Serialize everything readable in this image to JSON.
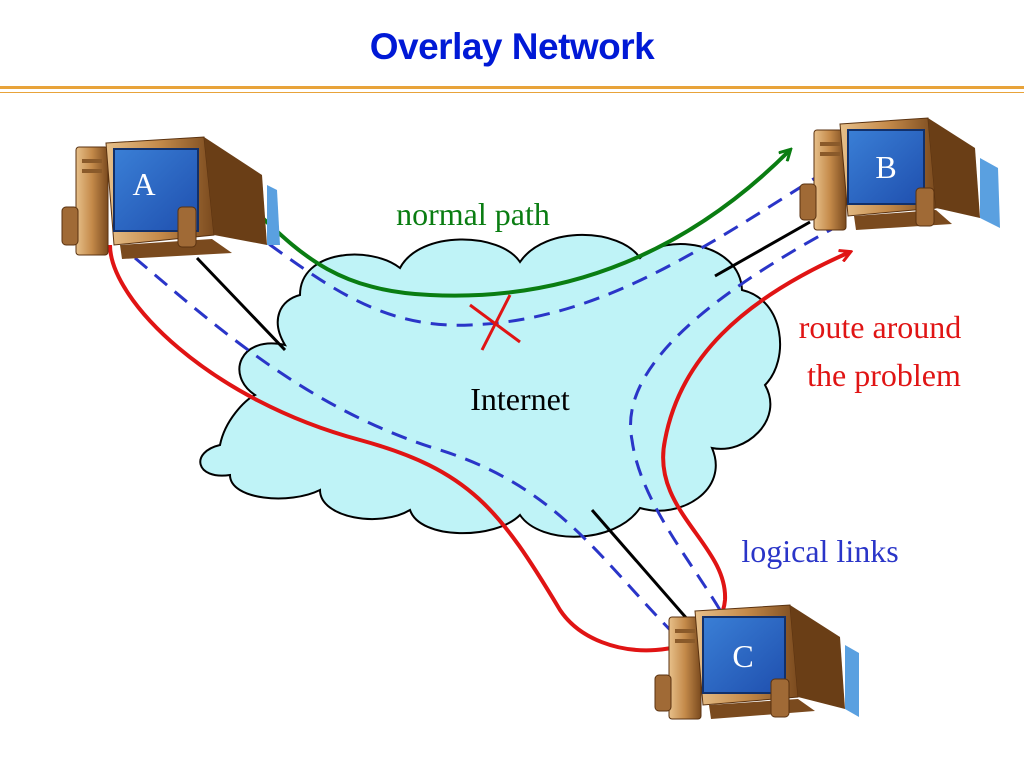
{
  "title": "Overlay Network",
  "labels": {
    "normal_path": "normal path",
    "internet": "Internet",
    "route_around_1": "route around",
    "route_around_2": "the problem",
    "logical_links": "logical links"
  },
  "nodes": [
    {
      "id": "A",
      "label": "A"
    },
    {
      "id": "B",
      "label": "B"
    },
    {
      "id": "C",
      "label": "C"
    }
  ],
  "colors": {
    "title": "#0019d6",
    "rule": "#e8a33a",
    "cloud_fill": "#bff3f7",
    "normal_path": "#0a7d12",
    "route_around": "#e01414",
    "logical_links": "#2a35c8",
    "physical_links": "#000000",
    "broken_link_marker": "#e01414"
  }
}
